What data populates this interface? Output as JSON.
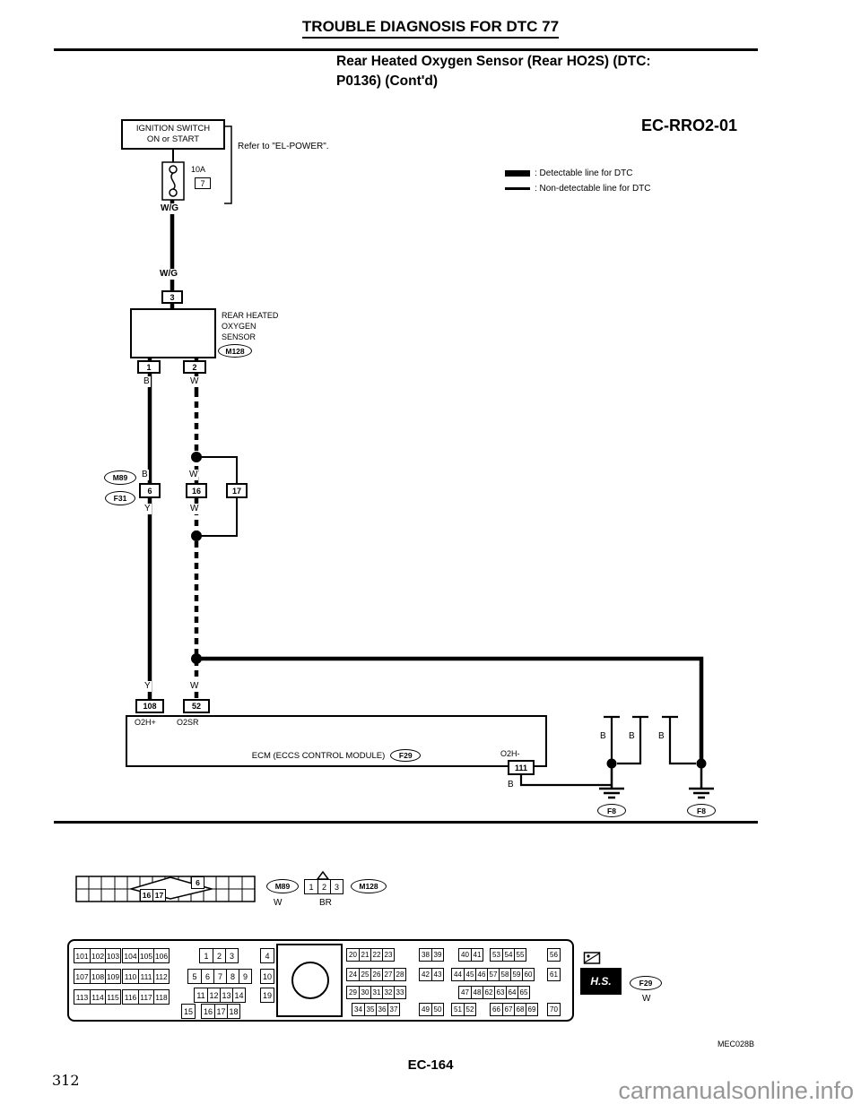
{
  "page": {
    "title": "TROUBLE DIAGNOSIS FOR DTC 77",
    "subtitle1": "Rear Heated Oxygen Sensor (Rear HO2S) (DTC:",
    "subtitle2": "P0136) (Cont'd)",
    "diagram_code": "EC-RRO2-01",
    "footer_code": "EC-164",
    "page_number": "312",
    "doc_ref": "MEC028B",
    "watermark": "carmanualsonline.info"
  },
  "legend": {
    "detectable": ": Detectable line for DTC",
    "non_detectable": ": Non-detectable line for DTC"
  },
  "circuit": {
    "ignition1": "IGNITION SWITCH",
    "ignition2": "ON or START",
    "refer_note": "Refer to \"EL-POWER\".",
    "fuse_amp": "10A",
    "fuse_slot": "7",
    "wg_upper": "W/G",
    "wg_lower": "W/G",
    "pin3": "3",
    "sensor1": "REAR HEATED",
    "sensor2": "OXYGEN",
    "sensor3": "SENSOR",
    "sensor_conn": "M128",
    "pin1": "1",
    "pin2": "2",
    "b_upper": "B",
    "w_upper": "W",
    "m89": "M89",
    "f31": "F31",
    "b_mid": "B",
    "w_mid": "W",
    "pin6": "6",
    "pin16": "16",
    "pin17": "17",
    "y_mid": "Y",
    "w_mid2": "W",
    "y_lower": "Y",
    "w_lower": "W",
    "pin108": "108",
    "pin52": "52",
    "o2h_plus": "O2H+",
    "o2sr": "O2SR",
    "ecm_label": "ECM (ECCS CONTROL MODULE)",
    "ecm_conn": "F29",
    "o2h_minus": "O2H-",
    "pin111": "111",
    "b_111": "B",
    "b_g1": "B",
    "b_g2": "B",
    "b_g3": "B",
    "gnd_left": "F8",
    "gnd_right": "F8"
  },
  "strip": {
    "pin6": "6",
    "pin16": "16",
    "pin17": "17",
    "m89": "M89",
    "pins": [
      "1",
      "2",
      "3"
    ],
    "m128": "M128",
    "color_w": "W",
    "color_br": "BR"
  },
  "bottom": {
    "left_groups": [
      [
        "101",
        "102",
        "103"
      ],
      [
        "104",
        "105",
        "106"
      ],
      [
        "107",
        "108",
        "109"
      ],
      [
        "110",
        "111",
        "112"
      ],
      [
        "113",
        "114",
        "115"
      ],
      [
        "116",
        "117",
        "118"
      ]
    ],
    "mid": {
      "g1": [
        "1",
        "2",
        "3"
      ],
      "s4": "4",
      "g2": [
        "5",
        "6",
        "7",
        "8",
        "9"
      ],
      "s10": "10",
      "g3": [
        "11",
        "12",
        "13",
        "14"
      ],
      "s19": "19",
      "s15": "15",
      "g4": [
        "16",
        "17",
        "18"
      ]
    },
    "right": {
      "r1a": [
        "20",
        "21",
        "22",
        "23"
      ],
      "r1b": [
        "38",
        "39"
      ],
      "r1c": [
        "40",
        "41"
      ],
      "r1d": [
        "53",
        "54",
        "55"
      ],
      "r1e": "56",
      "r2a": [
        "24",
        "25",
        "26",
        "27",
        "28"
      ],
      "r2b": [
        "42",
        "43"
      ],
      "r2c": [
        "44",
        "45",
        "46",
        "57",
        "58",
        "59",
        "60"
      ],
      "r2e": "61",
      "r3a": [
        "29",
        "30",
        "31",
        "32",
        "33"
      ],
      "r3c": [
        "47",
        "48",
        "62",
        "63",
        "64",
        "65"
      ],
      "r4a": [
        "34",
        "35",
        "36",
        "37"
      ],
      "r4b": [
        "49",
        "50"
      ],
      "r4c": [
        "51",
        "52"
      ],
      "r4d": [
        "66",
        "67",
        "68",
        "69"
      ],
      "r4e": "70"
    },
    "hs": "H.S.",
    "f29": "F29",
    "color_w": "W"
  }
}
